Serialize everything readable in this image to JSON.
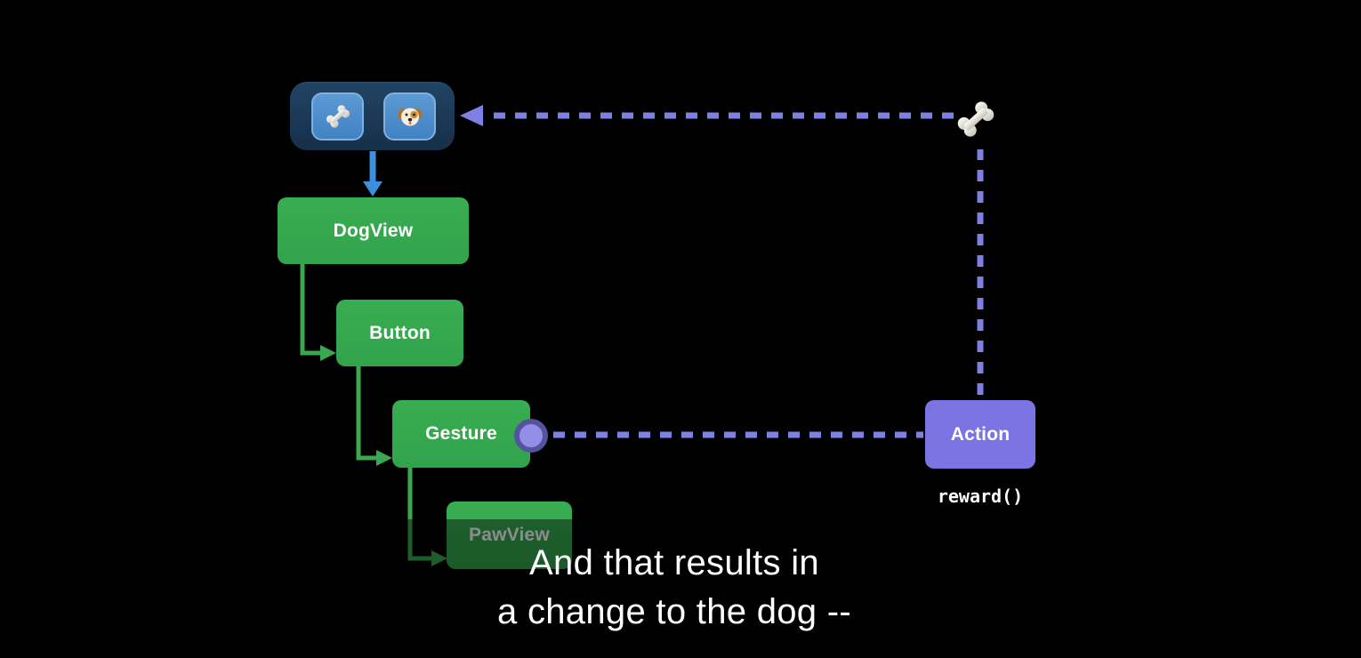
{
  "slide": {
    "caption": {
      "line1": "And that results in",
      "line2": "a change to the dog --"
    }
  },
  "state_panel": {
    "icons": [
      {
        "name": "bone"
      },
      {
        "name": "dog-face"
      }
    ]
  },
  "nodes": {
    "dogview": {
      "label": "DogView"
    },
    "button": {
      "label": "Button"
    },
    "gesture": {
      "label": "Gesture"
    },
    "pawview": {
      "label": "PawView"
    },
    "action": {
      "label": "Action"
    }
  },
  "code": {
    "reward_label": "reward()"
  },
  "colors": {
    "background": "#000000",
    "node_green": "#36a850",
    "action_purple": "#7b74e2",
    "dash_purple": "#7e80e4",
    "panel_navy": "#1c3b59",
    "tile_blue": "#4e8dca",
    "state_arrow_blue": "#3e8ede",
    "connector_green": "#3aa850",
    "port_ring_purple": "#55539e",
    "port_fill_purple": "#938fe8"
  }
}
